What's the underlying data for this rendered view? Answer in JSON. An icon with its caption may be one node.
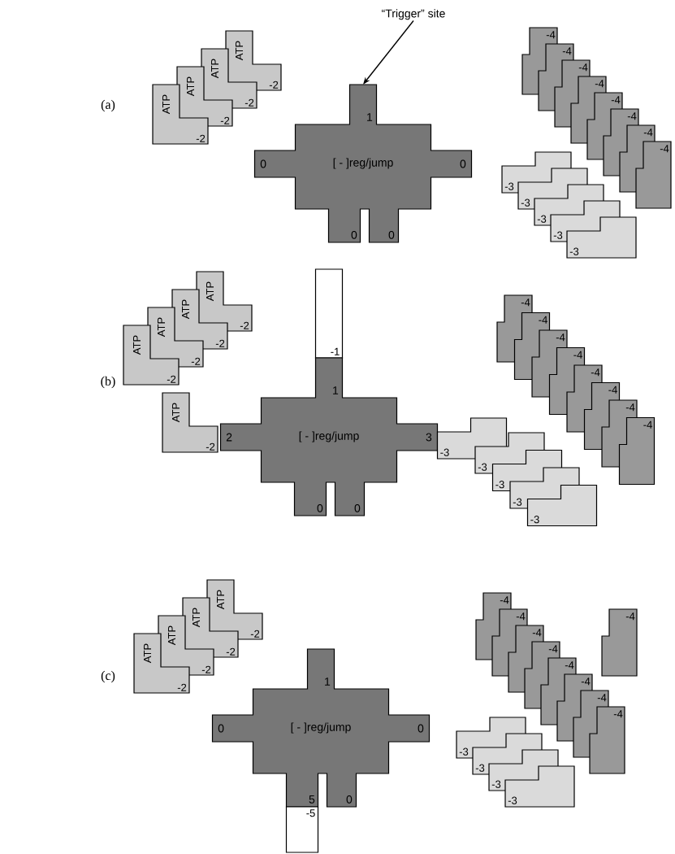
{
  "diagram": {
    "nodes": [
      {
        "text": [
          "“Trigger” site"
        ]
      },
      {
        "text": [
          "ATP",
          "-2"
        ]
      },
      {
        "text": [
          "ATP",
          "-2"
        ]
      },
      {
        "text": [
          "ATP",
          "-2"
        ]
      },
      {
        "text": [
          "ATP",
          "-2"
        ]
      },
      {
        "text": [
          "[ - ]reg/jump",
          "1",
          "0",
          "0",
          "0",
          "0"
        ]
      },
      {
        "text": [
          "-4"
        ]
      },
      {
        "text": [
          "-4"
        ]
      },
      {
        "text": [
          "-4"
        ]
      },
      {
        "text": [
          "-4"
        ]
      },
      {
        "text": [
          "-4"
        ]
      },
      {
        "text": [
          "-4"
        ]
      },
      {
        "text": [
          "-4"
        ]
      },
      {
        "text": [
          "-4"
        ]
      },
      {
        "text": [
          "-3"
        ]
      },
      {
        "text": [
          "-3"
        ]
      },
      {
        "text": [
          "-3"
        ]
      },
      {
        "text": [
          "-3"
        ]
      },
      {
        "text": [
          "-3"
        ]
      },
      {
        "text": [
          "ATP",
          "-2"
        ]
      },
      {
        "text": [
          "ATP",
          "-2"
        ]
      },
      {
        "text": [
          "ATP",
          "-2"
        ]
      },
      {
        "text": [
          "ATP",
          "-2"
        ]
      },
      {
        "text": [
          "ATP",
          "-2"
        ]
      },
      {
        "text": [
          "-1"
        ]
      },
      {
        "text": [
          "[ - ]reg/jump",
          "1",
          "2",
          "3",
          "0",
          "0"
        ]
      },
      {
        "text": [
          "-4"
        ]
      },
      {
        "text": [
          "-4"
        ]
      },
      {
        "text": [
          "-4"
        ]
      },
      {
        "text": [
          "-4"
        ]
      },
      {
        "text": [
          "-4"
        ]
      },
      {
        "text": [
          "-4"
        ]
      },
      {
        "text": [
          "-4"
        ]
      },
      {
        "text": [
          "-4"
        ]
      },
      {
        "text": [
          "-3"
        ]
      },
      {
        "text": [
          "-3"
        ]
      },
      {
        "text": [
          "-3"
        ]
      },
      {
        "text": [
          "-3"
        ]
      },
      {
        "text": [
          "-3"
        ]
      },
      {
        "text": [
          "ATP",
          "-2"
        ]
      },
      {
        "text": [
          "ATP",
          "-2"
        ]
      },
      {
        "text": [
          "ATP",
          "-2"
        ]
      },
      {
        "text": [
          "ATP",
          "-2"
        ]
      },
      {
        "text": [
          "[ - ]reg/jump",
          "1",
          "0",
          "0",
          "5",
          "0"
        ]
      },
      {
        "text": [
          "-4"
        ]
      },
      {
        "text": [
          "-4"
        ]
      },
      {
        "text": [
          "-4"
        ]
      },
      {
        "text": [
          "-4"
        ]
      },
      {
        "text": [
          "-4"
        ]
      },
      {
        "text": [
          "-4"
        ]
      },
      {
        "text": [
          "-4"
        ]
      },
      {
        "text": [
          "-4"
        ]
      },
      {
        "text": [
          "-4"
        ]
      },
      {
        "text": [
          "-3"
        ]
      },
      {
        "text": [
          "-3"
        ]
      },
      {
        "text": [
          "-3"
        ]
      },
      {
        "text": [
          "-3"
        ]
      },
      {
        "text": [
          "-5"
        ]
      }
    ],
    "edges": [
      {
        "from": 0,
        "to": 5,
        "arrow": "to"
      }
    ],
    "labels": [
      "(a)",
      "(b)",
      "(c)"
    ]
  }
}
